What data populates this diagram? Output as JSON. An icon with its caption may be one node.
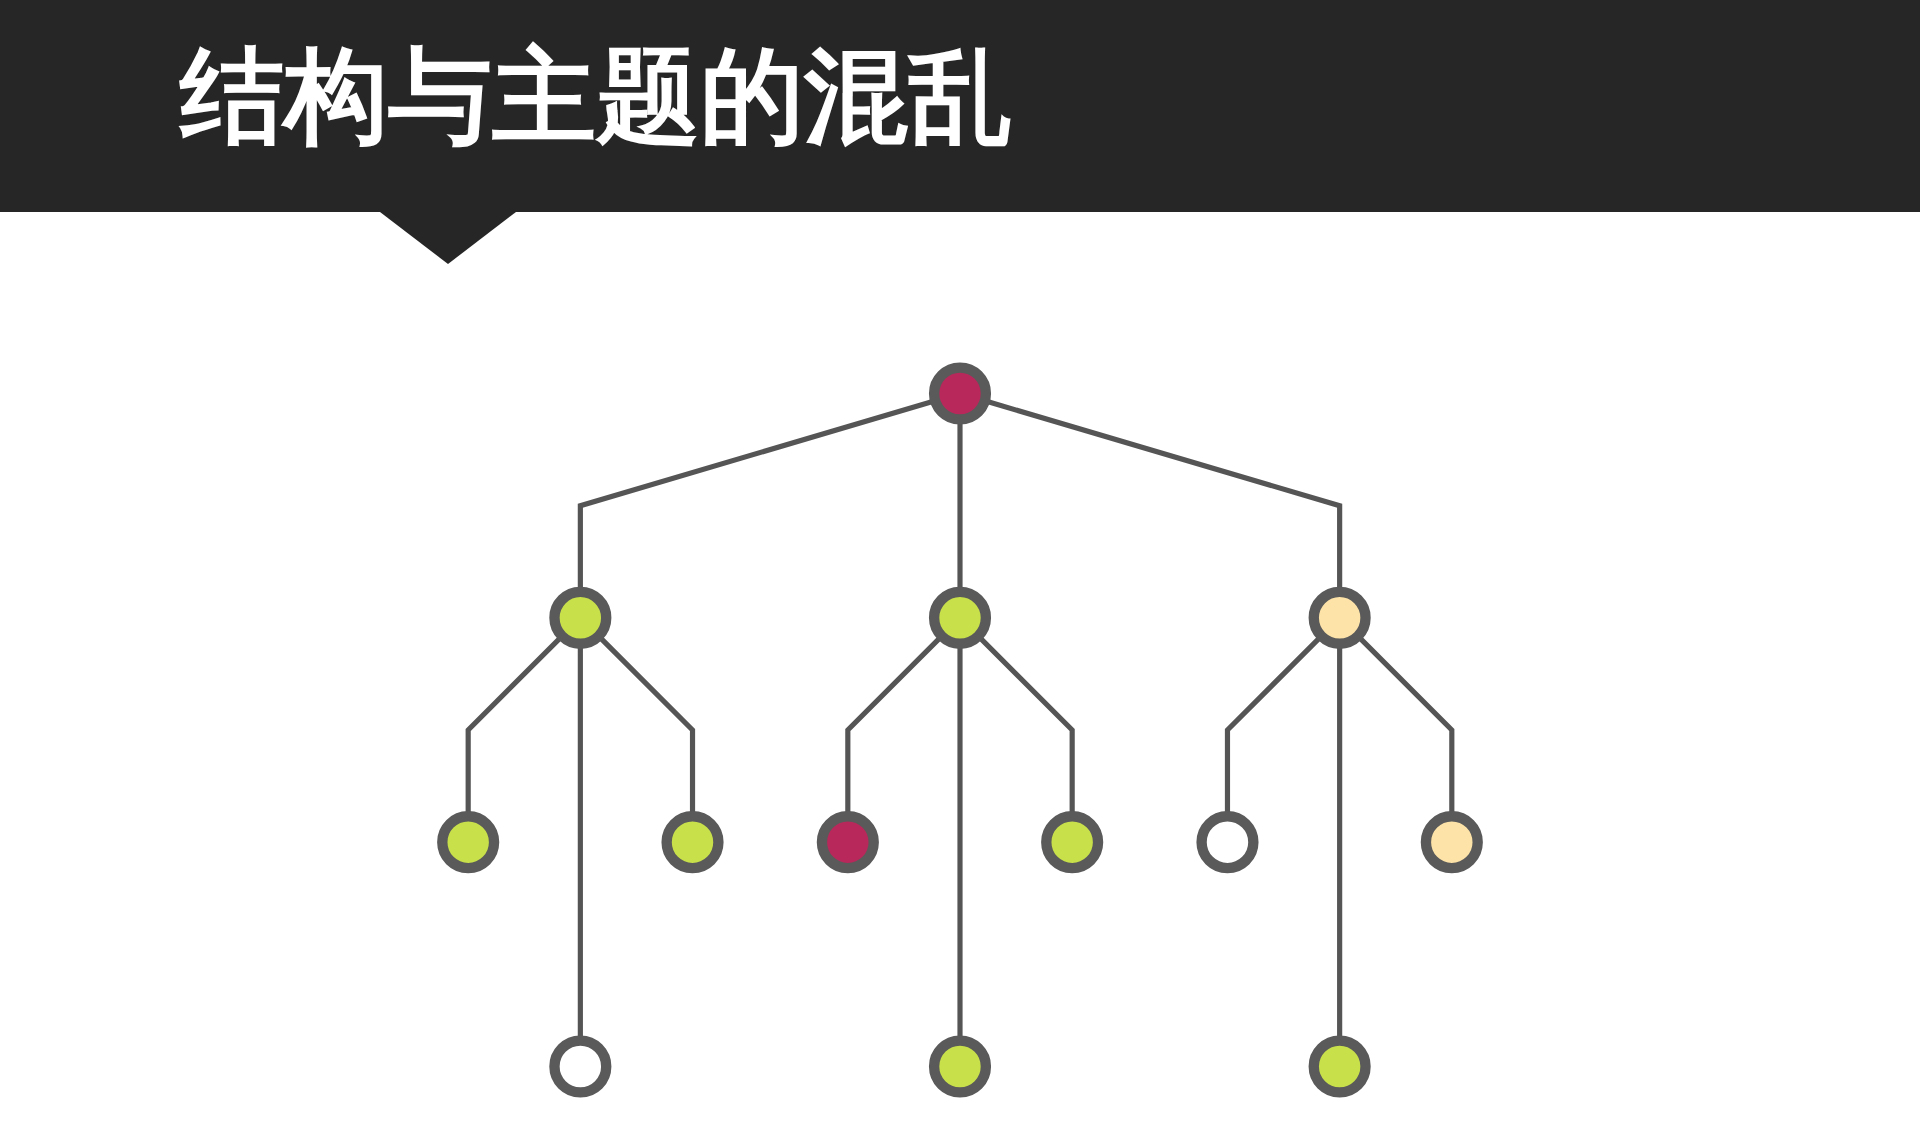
{
  "diagram": {
    "title": "结构与主题的混乱",
    "nodes": [
      {
        "text": [],
        "shape": "circle"
      },
      {
        "text": [],
        "shape": "circle"
      },
      {
        "text": [],
        "shape": "circle"
      },
      {
        "text": [],
        "shape": "circle"
      },
      {
        "text": [],
        "shape": "circle"
      },
      {
        "text": [],
        "shape": "circle"
      },
      {
        "text": [],
        "shape": "circle"
      },
      {
        "text": [],
        "shape": "circle"
      },
      {
        "text": [],
        "shape": "circle"
      },
      {
        "text": [],
        "shape": "circle"
      },
      {
        "text": [],
        "shape": "circle"
      },
      {
        "text": [],
        "shape": "circle"
      },
      {
        "text": [],
        "shape": "circle"
      }
    ],
    "edges": [
      {
        "from": 0,
        "to": 1,
        "arrow": "none"
      },
      {
        "from": 0,
        "to": 2,
        "arrow": "none"
      },
      {
        "from": 0,
        "to": 3,
        "arrow": "none"
      },
      {
        "from": 1,
        "to": 4,
        "arrow": "none"
      },
      {
        "from": 1,
        "to": 5,
        "arrow": "none"
      },
      {
        "from": 1,
        "to": 6,
        "arrow": "none"
      },
      {
        "from": 2,
        "to": 7,
        "arrow": "none"
      },
      {
        "from": 2,
        "to": 8,
        "arrow": "none"
      },
      {
        "from": 2,
        "to": 9,
        "arrow": "none"
      },
      {
        "from": 3,
        "to": 10,
        "arrow": "none"
      },
      {
        "from": 3,
        "to": 11,
        "arrow": "none"
      },
      {
        "from": 3,
        "to": 12,
        "arrow": "none"
      }
    ]
  }
}
